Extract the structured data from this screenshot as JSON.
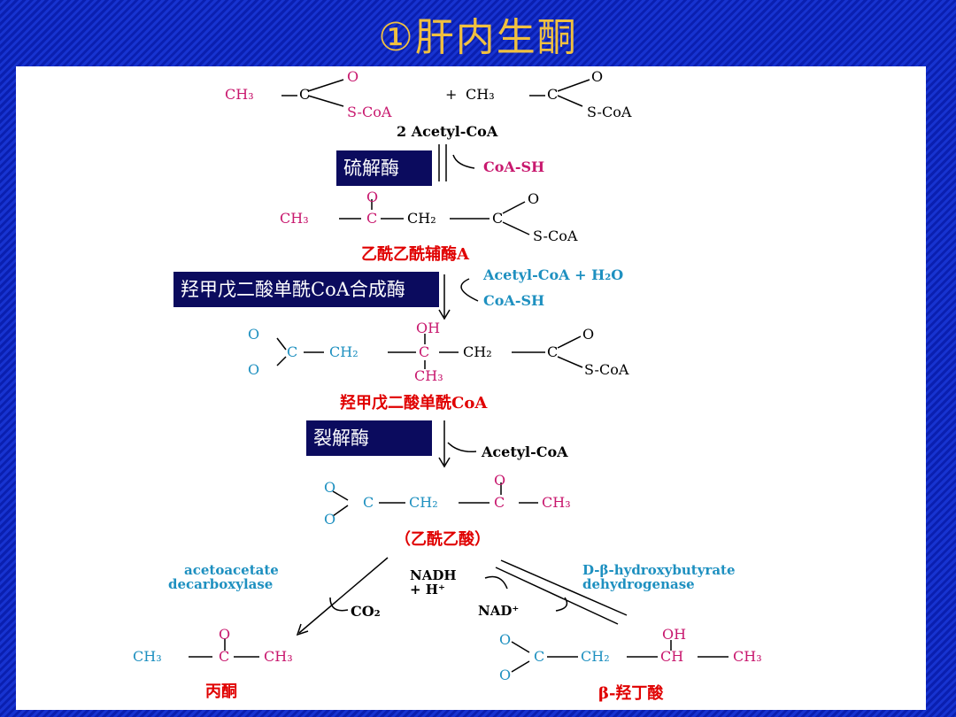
{
  "title": "①肝内生酮",
  "colors": {
    "magenta": "#c8186e",
    "teal": "#1e90c0",
    "red": "#e00000",
    "gold": "#f0c040",
    "navy": "#0b0b5e"
  },
  "step1": {
    "reactant_left": {
      "ch3": "CH₃",
      "c": "C",
      "o": "O",
      "scoa": "S-CoA"
    },
    "plus": "+",
    "reactant_right": {
      "ch3": "CH₃",
      "c": "C",
      "o": "O",
      "scoa": "S-CoA"
    },
    "reactant_caption": "2 Acetyl-CoA",
    "enzyme": "硫解酶",
    "side_product": "CoA-SH"
  },
  "acetoacetyl_coa": {
    "ch3": "CH₃",
    "c": "C",
    "o": "O",
    "ch2": "CH₂",
    "scoa": "S-CoA",
    "caption": "乙酰乙酰辅酶A"
  },
  "step2": {
    "enzyme": "羟甲戊二酸单酰CoA合成酶",
    "input": "Acetyl-CoA + H₂O",
    "output": "CoA-SH"
  },
  "hmg_coa": {
    "o_top": "O",
    "o_bottom": "O",
    "c": "C",
    "ch2": "CH₂",
    "oh": "OH",
    "ch3": "CH₃",
    "scoa": "S-CoA",
    "caption": "羟甲戊二酸单酰CoA"
  },
  "step3": {
    "enzyme": "裂解酶",
    "output": "Acetyl-CoA"
  },
  "acetoacetate": {
    "o": "O",
    "c": "C",
    "ch2": "CH₂",
    "ch3": "CH₃",
    "caption": "（乙酰乙酸）"
  },
  "branch_left": {
    "enzyme_line1": "acetoacetate",
    "enzyme_line2": "decarboxylase",
    "product": "CO₂"
  },
  "branch_right": {
    "enzyme_line1": "D-β-hydroxybutyrate",
    "enzyme_line2": "dehydrogenase",
    "nadh": "NADH",
    "hplus": "+ H⁺",
    "nad": "NAD⁺"
  },
  "acetone": {
    "ch3": "CH₃",
    "c": "C",
    "o": "O",
    "caption": "丙酮"
  },
  "hydroxybutyrate": {
    "o": "O",
    "c": "C",
    "ch2": "CH₂",
    "ch": "CH",
    "oh": "OH",
    "ch3": "CH₃",
    "caption": "β-羟丁酸"
  }
}
